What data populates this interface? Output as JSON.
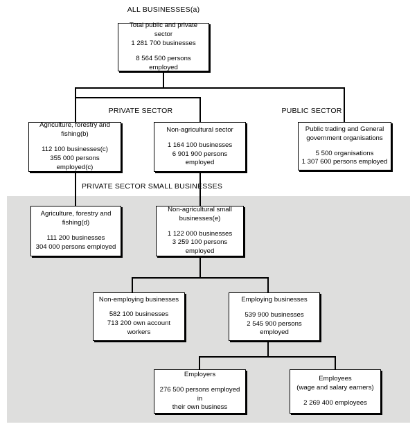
{
  "diagram": {
    "title_caption": "ALL BUSINESSES(a)",
    "captions": {
      "private_sector": "PRIVATE SECTOR",
      "public_sector": "PUBLIC SECTOR",
      "private_small": "PRIVATE SECTOR SMALL BUSINESSES"
    },
    "shade_color": "#dededd",
    "line_color": "#000000",
    "nodes": {
      "total": {
        "title": "Total public and private sector\n1 281 700 businesses",
        "stats": "8 564 500 persons employed"
      },
      "agriculture": {
        "title": "Agriculture, forestry and\nfishing(b)",
        "stats": "112 100 businesses(c)\n355 000 persons employed(c)"
      },
      "non_agricultural": {
        "title": "Non-agricultural sector",
        "stats": "1 164 100 businesses\n6 901 900 persons employed"
      },
      "public": {
        "title": "Public trading and General\ngovernment organisations",
        "stats": "5 500 organisations\n1 307 600 persons employed"
      },
      "agriculture_small": {
        "title": "Agriculture, forestry and\nfishing(d)",
        "stats": "111 200 businesses\n304 000 persons employed"
      },
      "non_agricultural_small": {
        "title": "Non-agricultural small\nbusinesses(e)",
        "stats": "1 122 000 businesses\n3 259 100 persons employed"
      },
      "non_employing": {
        "title": "Non-employing businesses",
        "stats": "582 100 businesses\n713 200 own account\nworkers"
      },
      "employing": {
        "title": "Employing businesses",
        "stats": "539 900 businesses\n2 545 900 persons employed"
      },
      "employers": {
        "title": "Employers",
        "stats": "276 500 persons employed in\ntheir own business"
      },
      "employees": {
        "title": "Employees\n(wage and salary earners)",
        "stats": "2 269 400 employees"
      }
    }
  }
}
